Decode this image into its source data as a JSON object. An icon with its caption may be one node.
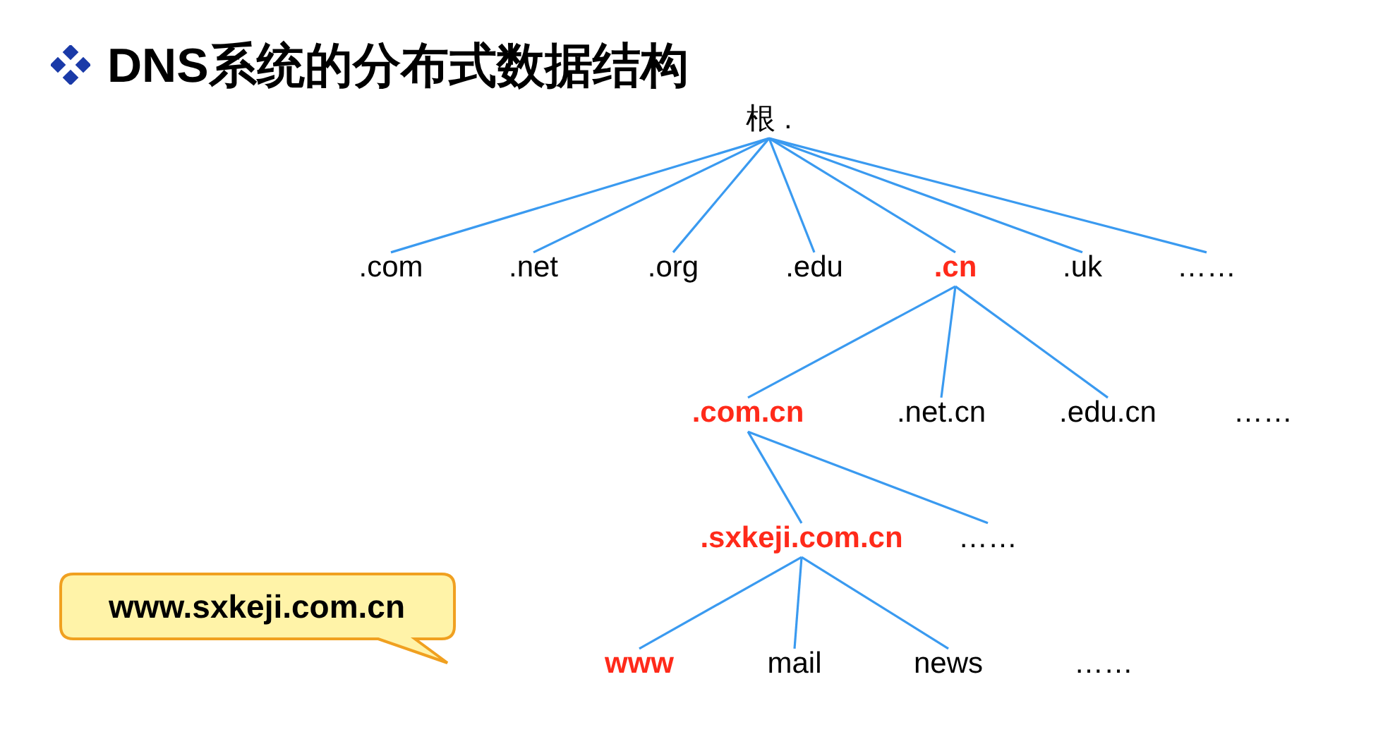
{
  "diagram": {
    "title": "DNS系统的分布式数据结构",
    "nodes": [
      {
        "text": [
          "根 ."
        ]
      },
      {
        "text": [
          ".com"
        ]
      },
      {
        "text": [
          ".net"
        ]
      },
      {
        "text": [
          ".org"
        ]
      },
      {
        "text": [
          ".edu"
        ]
      },
      {
        "text": [
          ".cn"
        ]
      },
      {
        "text": [
          ".uk"
        ]
      },
      {
        "text": [
          "……"
        ]
      },
      {
        "text": [
          ".com.cn"
        ]
      },
      {
        "text": [
          ".net.cn"
        ]
      },
      {
        "text": [
          ".edu.cn"
        ]
      },
      {
        "text": [
          "……"
        ]
      },
      {
        "text": [
          ".sxkeji.com.cn"
        ]
      },
      {
        "text": [
          "……"
        ]
      },
      {
        "text": [
          "www"
        ]
      },
      {
        "text": [
          "mail"
        ]
      },
      {
        "text": [
          "news"
        ]
      },
      {
        "text": [
          "……"
        ]
      },
      {
        "text": [
          "www.sxkeji.com.cn"
        ]
      }
    ],
    "edges": [
      {
        "from": 0,
        "to": 1,
        "arrow": "none"
      },
      {
        "from": 0,
        "to": 2,
        "arrow": "none"
      },
      {
        "from": 0,
        "to": 3,
        "arrow": "none"
      },
      {
        "from": 0,
        "to": 4,
        "arrow": "none"
      },
      {
        "from": 0,
        "to": 5,
        "arrow": "none"
      },
      {
        "from": 0,
        "to": 6,
        "arrow": "none"
      },
      {
        "from": 0,
        "to": 7,
        "arrow": "none"
      },
      {
        "from": 5,
        "to": 8,
        "arrow": "none"
      },
      {
        "from": 5,
        "to": 9,
        "arrow": "none"
      },
      {
        "from": 5,
        "to": 10,
        "arrow": "none"
      },
      {
        "from": 8,
        "to": 12,
        "arrow": "none"
      },
      {
        "from": 8,
        "to": 13,
        "arrow": "none"
      },
      {
        "from": 12,
        "to": 14,
        "arrow": "none"
      },
      {
        "from": 12,
        "to": 15,
        "arrow": "none"
      },
      {
        "from": 12,
        "to": 16,
        "arrow": "none"
      }
    ]
  }
}
